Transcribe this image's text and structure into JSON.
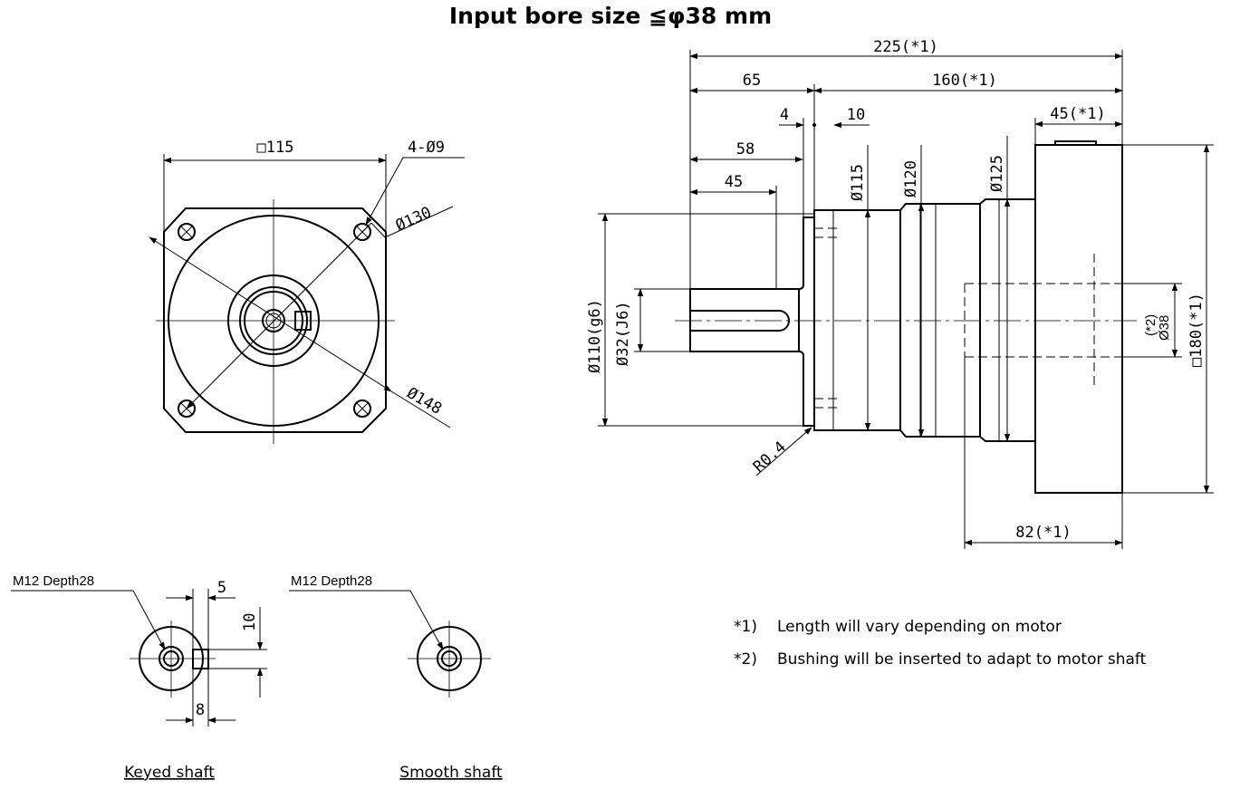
{
  "title": "Input bore size  ≦φ38 mm",
  "front_view": {
    "square": "□115",
    "holes": "4-Ø9",
    "pcd": "Ø130",
    "diag": "Ø148"
  },
  "side_view": {
    "overall": "225(*1)",
    "shaft_len": "65",
    "body_len": "160(*1)",
    "flange": "4",
    "pilot": "10",
    "adapter_len": "45(*1)",
    "shaft_58": "58",
    "key_45": "45",
    "d115": "Ø115",
    "d120": "Ø120",
    "d125": "Ø125",
    "d110": "Ø110(g6)",
    "d32": "Ø32(J6)",
    "bore_note": "(*2)",
    "bore": "Ø38",
    "adapter_sq": "□180(*1)",
    "radius": "R0.4",
    "bottom_len": "82(*1)"
  },
  "keyed_shaft": {
    "thread": "M12 Depth28",
    "key_w": "5",
    "key_h": "10",
    "key_b": "8",
    "caption": "Keyed shaft"
  },
  "smooth_shaft": {
    "thread": "M12 Depth28",
    "caption": "Smooth shaft"
  },
  "notes": [
    {
      "mark": "*1)",
      "text": "Length will vary depending on motor"
    },
    {
      "mark": "*2)",
      "text": "Bushing will be inserted to adapt to motor shaft"
    }
  ]
}
